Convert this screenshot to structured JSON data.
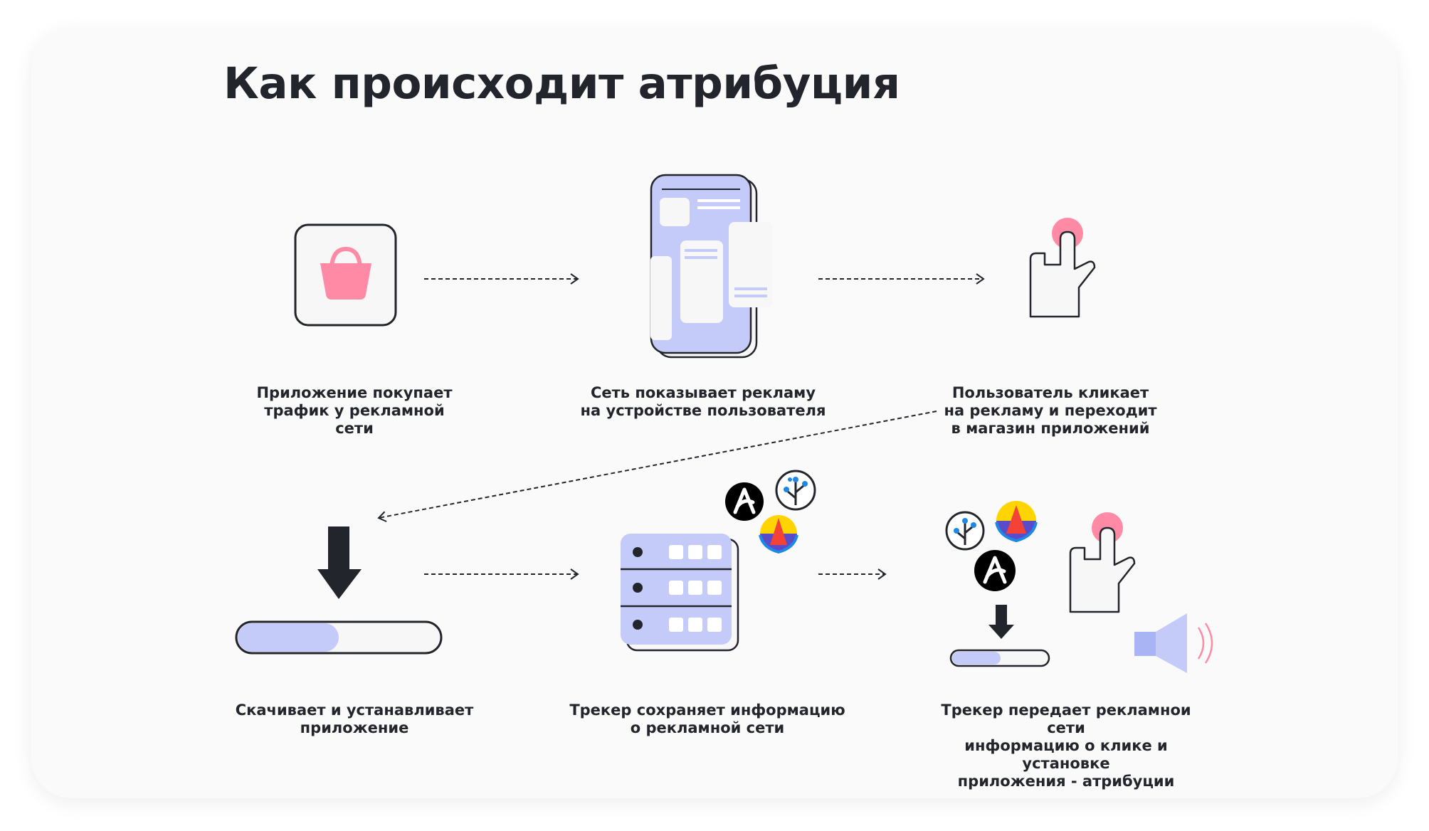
{
  "title": "Как происходит атрибуция",
  "steps": [
    {
      "id": 1,
      "caption": "Приложение покупает\nтрафик у рекламной\nсети",
      "icon": "shopping-bag-icon"
    },
    {
      "id": 2,
      "caption": "Сеть показывает рекламу\nна устройстве пользователя",
      "icon": "phone-ad-icon"
    },
    {
      "id": 3,
      "caption": "Пользователь кликает\nна рекламу и переходит\nв магазин приложений",
      "icon": "tap-hand-icon"
    },
    {
      "id": 4,
      "caption": "Скачивает и устанавливает\nприложение",
      "icon": "download-icon"
    },
    {
      "id": 5,
      "caption": "Трекер сохраняет информацию\nо рекламной сети",
      "icon": "server-icon"
    },
    {
      "id": 6,
      "caption": "Трекер передает рекламнои сети\nинформацию о клике и установке\nприложения - атрибуции",
      "icon": "attribution-icon"
    }
  ],
  "colors": {
    "dark": "#22252b",
    "lavender": "#c4cbf8",
    "pink": "#ff8aa6",
    "white": "#f7f7f7",
    "yellow": "#ffd400",
    "red": "#f44336",
    "blue": "#1e88e5",
    "purple": "#5a4bc8"
  }
}
